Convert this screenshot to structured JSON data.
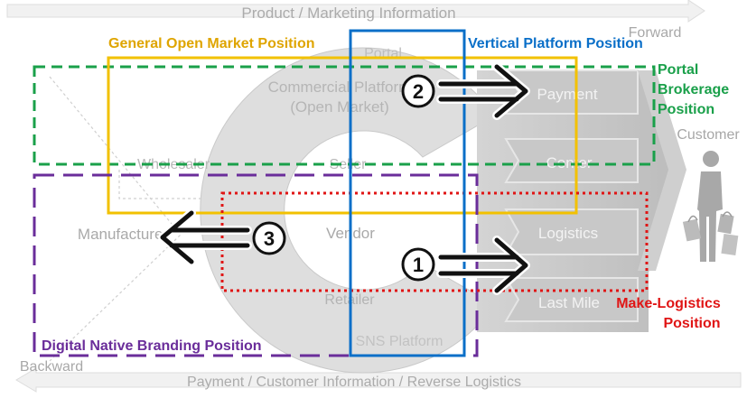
{
  "flow": {
    "top_caption": "Product / Marketing Information",
    "bottom_caption": "Payment / Customer Information / Reverse Logistics",
    "forward": "Forward",
    "backward": "Backward"
  },
  "nodes": {
    "portal": "Portal",
    "commercial_line1": "Commercial Platform",
    "commercial_line2": "(Open Market)",
    "wholesaler": "Wholesaler",
    "seller": "Seller",
    "vendor": "Vendor",
    "retailer": "Retailer",
    "sns_platform": "SNS Platform",
    "manufacturer": "Manufacturer",
    "customer": "Customer"
  },
  "chevrons": [
    "Payment",
    "Center",
    "Logistics",
    "Last Mile"
  ],
  "positions": {
    "general_open_market": "General Open Market Position",
    "vertical_platform": "Vertical Platform Position",
    "portal_brokerage": [
      "Portal",
      "Brokerage",
      "Position"
    ],
    "digital_native": "Digital Native Branding Position",
    "make_logistics": [
      "Make-Logistics",
      "Position"
    ]
  },
  "markers": {
    "m1": "1",
    "m2": "2",
    "m3": "3"
  },
  "colors": {
    "yellow": "#f2c100",
    "blue": "#0a6fc8",
    "green": "#1aa04a",
    "purple": "#6a2d9a",
    "red": "#e01515",
    "gray_text": "#a9a9a9",
    "light_gray": "#d9d9d9"
  }
}
